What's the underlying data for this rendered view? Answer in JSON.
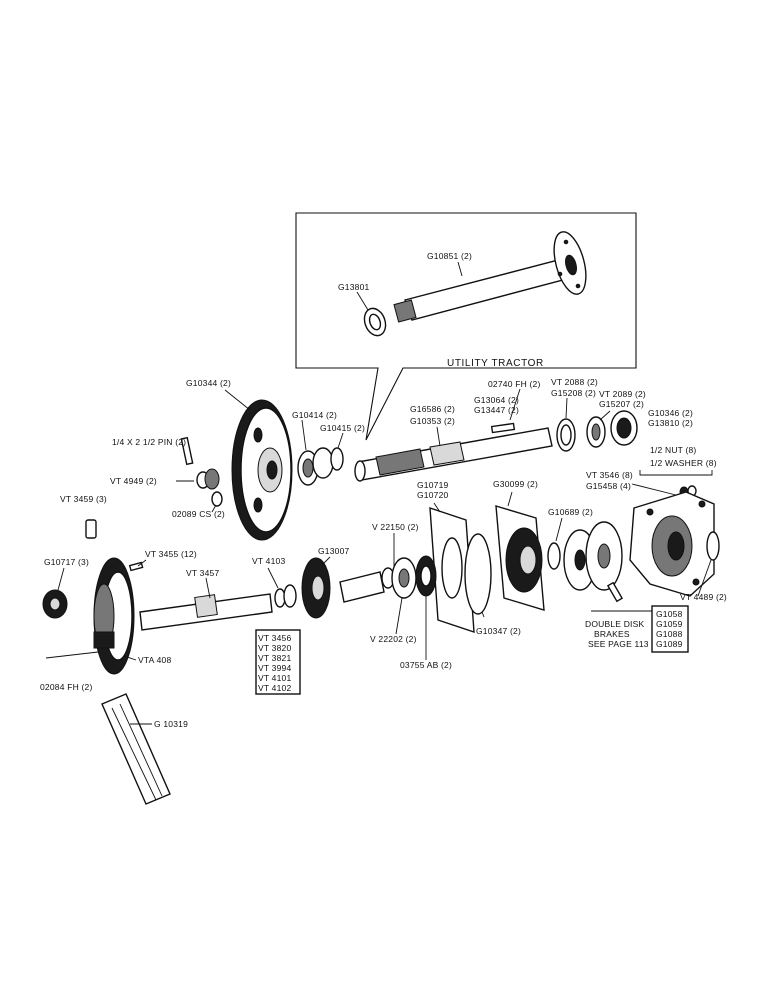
{
  "diagram": {
    "inset_caption": "UTILITY TRACTOR",
    "labels": {
      "g10851": "G10851 (2)",
      "g13801": "G13801",
      "g10344": "G10344 (2)",
      "g10414": "G10414 (2)",
      "g10415": "G10415 (2)",
      "g16586": "G16586 (2)",
      "g10353": "G10353 (2)",
      "g02740": "02740 FH (2)",
      "g13064": "G13064 (2)",
      "g13447": "G13447 (2)",
      "vt2088": "VT 2088 (2)",
      "g15208": "G15208 (2)",
      "vt2089": "VT 2089 (2)",
      "g15207": "G15207 (2)",
      "g10346": "G10346 (2)",
      "g13810": "G13810 (2)",
      "pin": "1/4 X 2 1/2 PIN (2)",
      "nut": "1/2 NUT (8)",
      "washer": "1/2 WASHER (8)",
      "vt4949": "VT 4949 (2)",
      "g02089": "02089 CS (2)",
      "vt3546": "VT 3546 (8)",
      "g15458": "G15458 (4)",
      "vt3459": "VT 3459 (3)",
      "g10719": "G10719",
      "g10720": "G10720",
      "g30099": "G30099 (2)",
      "g10717": "G10717 (3)",
      "vt3455": "VT 3455 (12)",
      "vt4103": "VT 4103",
      "g13007": "G13007",
      "v22150": "V 22150 (2)",
      "g10689": "G10689 (2)",
      "vt3457": "VT 3457",
      "vt4489": "VT 4489 (2)",
      "v22202": "V 22202 (2)",
      "g10347": "G10347 (2)",
      "double_disk": [
        "DOUBLE DISK",
        "BRAKES",
        "SEE PAGE 113"
      ],
      "housing_parts": [
        "G1058",
        "G1059",
        "G1088",
        "G1089"
      ],
      "washer_parts": [
        "VT 3456",
        "VT 3820",
        "VT 3821",
        "VT 3994",
        "VT 4101",
        "VT 4102"
      ],
      "vta408": "VTA 408",
      "g02084": "02084 FH (2)",
      "g03755": "03755 AB (2)",
      "g10319": "G 10319"
    }
  }
}
